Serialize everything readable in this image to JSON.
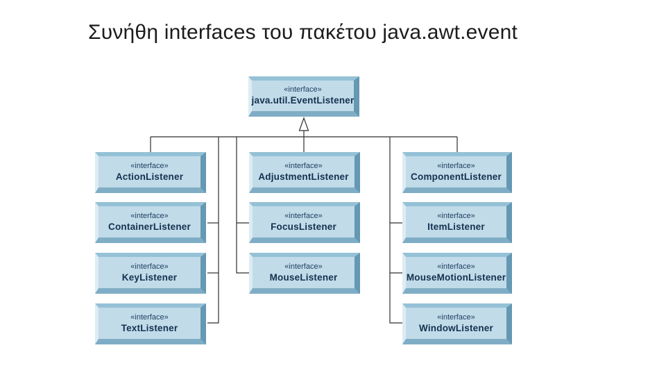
{
  "title": "Συνήθη interfaces του πακέτου java.awt.event",
  "diagram": {
    "stereotype": "«interface»",
    "root": {
      "name": "java.util.EventListener"
    },
    "columns": [
      {
        "items": [
          "ActionListener",
          "ContainerListener",
          "KeyListener",
          "TextListener"
        ]
      },
      {
        "items": [
          "AdjustmentListener",
          "FocusListener",
          "MouseListener"
        ]
      },
      {
        "items": [
          "ComponentListener",
          "ItemListener",
          "MouseMotionListener",
          "WindowListener"
        ]
      }
    ],
    "relationship": "generalization",
    "colors": {
      "box_fill": "#c1dbe9",
      "bevel_light": "#ddecf4",
      "bevel_top": "#95c1d6",
      "bevel_right": "#6498b3",
      "bevel_bottom": "#7fadc5",
      "box_text": "#17375c",
      "line": "#2e2e2e",
      "title_text": "#1c1c1c",
      "background": "#ffffff"
    }
  }
}
